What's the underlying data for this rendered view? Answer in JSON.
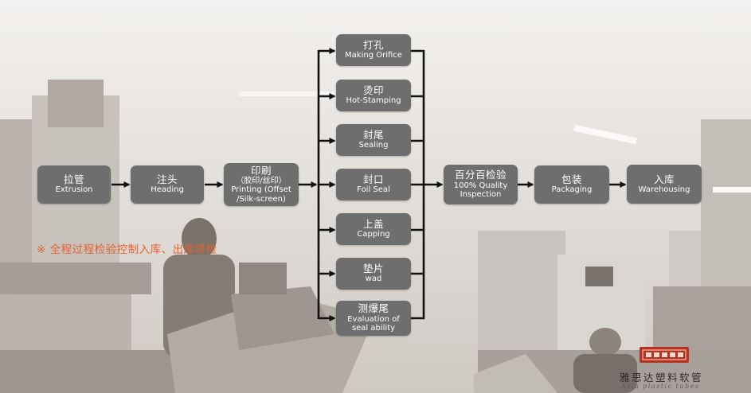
{
  "diagram": {
    "main_flow": [
      {
        "id": "extrusion",
        "zh": "拉管",
        "en": "Extrusion"
      },
      {
        "id": "heading",
        "zh": "注头",
        "en": "Heading"
      },
      {
        "id": "printing",
        "zh": "印刷",
        "en": "（胶印/丝印）",
        "en2": "Printing (Offset",
        "en3": "/Silk-screen)"
      },
      {
        "id": "quality",
        "zh": "百分百检验",
        "en": "100% Quality",
        "en2": "Inspection"
      },
      {
        "id": "packaging",
        "zh": "包装",
        "en": "Packaging"
      },
      {
        "id": "warehousing",
        "zh": "入库",
        "en": "Warehousing"
      }
    ],
    "branches": [
      {
        "id": "orifice",
        "zh": "打孔",
        "en": "Making Orifice"
      },
      {
        "id": "hotstamp",
        "zh": "烫印",
        "en": "Hot-Stamping"
      },
      {
        "id": "sealing",
        "zh": "封尾",
        "en": "Sealing"
      },
      {
        "id": "foilseal",
        "zh": "封口",
        "en": "Foil Seal"
      },
      {
        "id": "capping",
        "zh": "上盖",
        "en": "Capping"
      },
      {
        "id": "wad",
        "zh": "垫片",
        "en": "wad"
      },
      {
        "id": "evaluation",
        "zh": "测爆尾",
        "en": "Evaluation of",
        "en2": "seal ability"
      }
    ],
    "note": "※ 全程过程检验控制入库、出库终检"
  },
  "brand": {
    "name_cn": "雅思达塑料软管",
    "name_en": "Asia  plastic  tubes",
    "logo_text": "雅思达塑料"
  },
  "colors": {
    "node_fill": "#6e6e6e",
    "arrow": "#111111",
    "note": "#e8602c",
    "seal": "#b8331f"
  }
}
